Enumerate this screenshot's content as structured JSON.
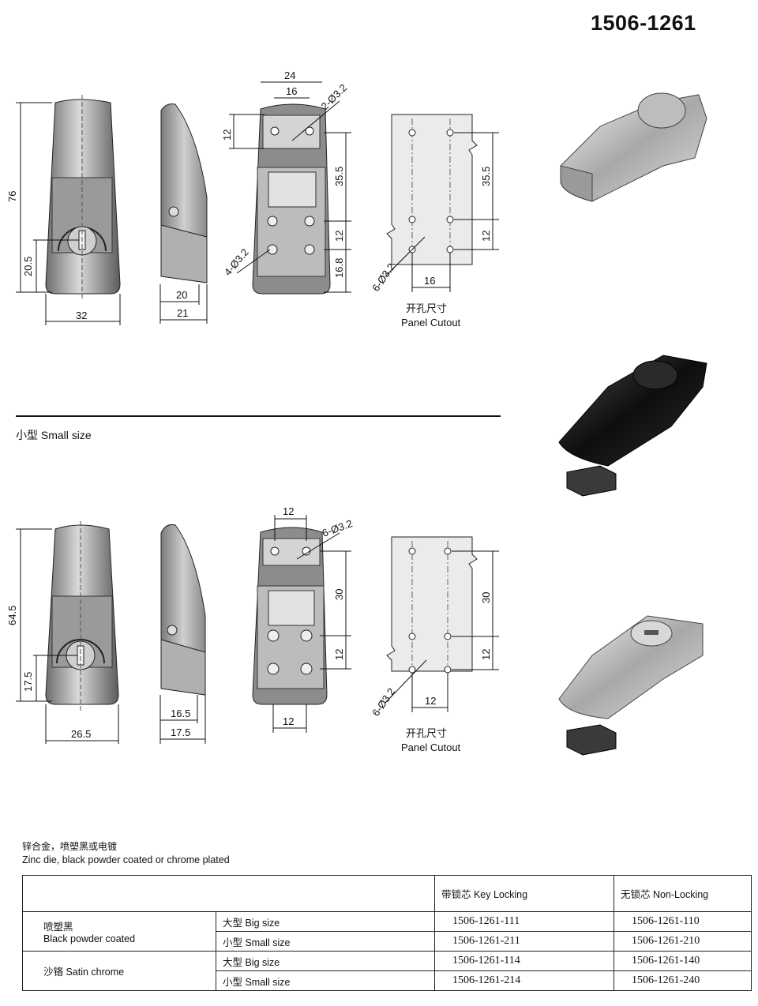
{
  "header": {
    "part_number": "1506-1261"
  },
  "big_size": {
    "front_view": {
      "height": "76",
      "key_height": "20.5",
      "width": "32"
    },
    "side_view": {
      "depth_1": "20",
      "depth_2": "21"
    },
    "mount_view": {
      "width": "24",
      "hole_spacing": "16",
      "top_offset": "12",
      "top_holes": "2-Ø3.2",
      "bottom_holes": "4-Ø3.2",
      "spacing_1": "35.5",
      "spacing_2": "12",
      "spacing_3": "16.8"
    },
    "cutout_view": {
      "spacing_1": "35.5",
      "spacing_2": "12",
      "holes": "6-Ø3.2",
      "width": "16",
      "label_cn": "开孔尺寸",
      "label_en": "Panel Cutout"
    }
  },
  "small_size": {
    "title": "小型 Small size",
    "front_view": {
      "height": "64.5",
      "key_height": "17.5",
      "width": "26.5"
    },
    "side_view": {
      "depth_1": "16.5",
      "depth_2": "17.5"
    },
    "mount_view": {
      "top_width": "12",
      "holes": "6-Ø3.2",
      "spacing_1": "30",
      "spacing_2": "12",
      "bottom_width": "12"
    },
    "cutout_view": {
      "spacing_1": "30",
      "spacing_2": "12",
      "holes": "6-Ø3.2",
      "width": "12",
      "label_cn": "开孔尺寸",
      "label_en": "Panel Cutout"
    }
  },
  "material": {
    "cn": "锌合金，喷塑黑或电镀",
    "en": "Zinc die, black powder coated or chrome plated"
  },
  "table": {
    "col_key": "带锁芯  Key Locking",
    "col_non": "无锁芯  Non-Locking",
    "finish_black_cn": "喷塑黑",
    "finish_black_en": "Black powder coated",
    "finish_chrome": "沙铬  Satin chrome",
    "size_big": "大型 Big size",
    "size_small": "小型 Small size",
    "rows": [
      {
        "key": "1506-1261-111",
        "non": "1506-1261-110"
      },
      {
        "key": "1506-1261-211",
        "non": "1506-1261-210"
      },
      {
        "key": "1506-1261-114",
        "non": "1506-1261-140"
      },
      {
        "key": "1506-1261-214",
        "non": "1506-1261-240"
      }
    ]
  },
  "colors": {
    "chrome": "#c8c8c8",
    "black": "#1a1a1a",
    "line": "#111111"
  }
}
